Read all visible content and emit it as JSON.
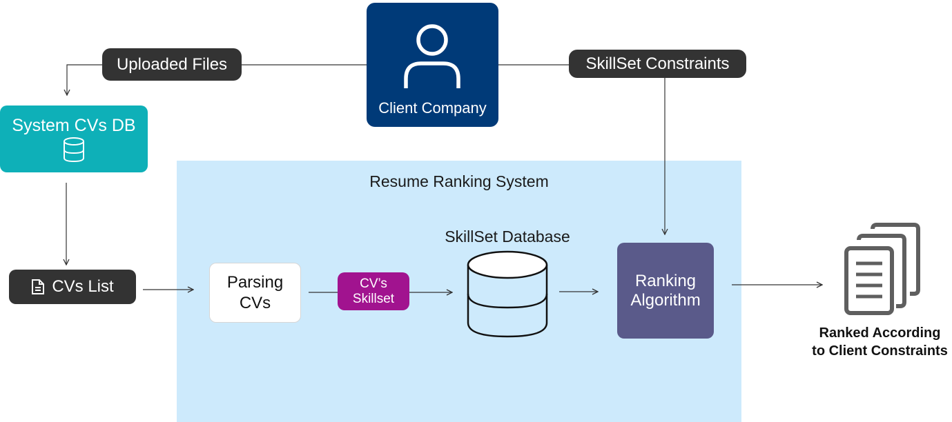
{
  "client": {
    "label": "Client Company",
    "icon": "user-icon",
    "color": "#003a78"
  },
  "uploaded_files": {
    "label": "Uploaded Files"
  },
  "skillset_constraints": {
    "label": "SkillSet Constraints"
  },
  "system_cvs_db": {
    "label": "System CVs DB",
    "icon": "database-icon",
    "color": "#0eb0b8"
  },
  "cvs_list": {
    "label": "CVs List",
    "icon": "document-icon"
  },
  "resume_system": {
    "title": "Resume Ranking System",
    "color": "#cdeafc"
  },
  "parsing": {
    "line1": "Parsing",
    "line2": "CVs"
  },
  "cv_skillset": {
    "line1": "CV’s",
    "line2": "Skillset",
    "color": "#a1138f"
  },
  "skillset_database": {
    "label": "SkillSet Database",
    "icon": "database-icon"
  },
  "ranking": {
    "line1": "Ranking",
    "line2": "Algorithm",
    "color": "#5a5a8a"
  },
  "output": {
    "line1": "Ranked According",
    "line2": "to Client Constraints",
    "icon": "stacked-documents-icon"
  }
}
